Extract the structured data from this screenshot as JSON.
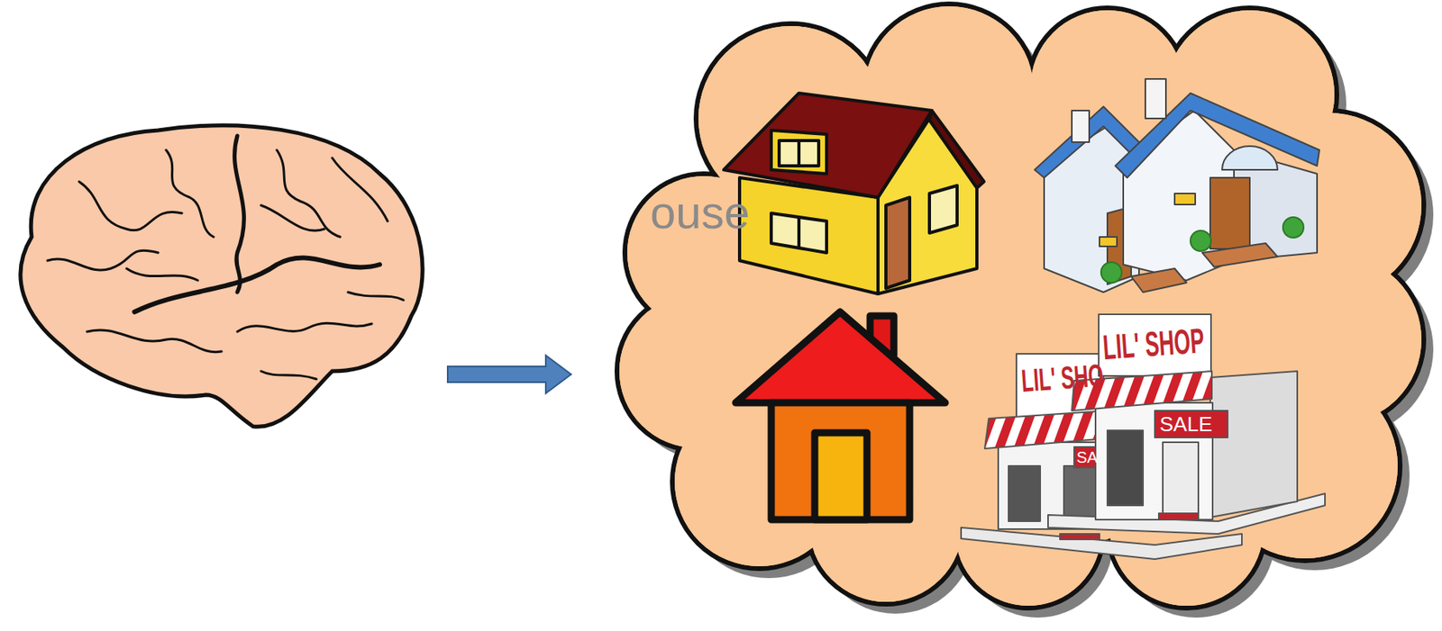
{
  "diagram": {
    "labels": [
      "ouse",
      "LIL' SHO",
      "LIL' SHOP",
      "SA",
      "SALE"
    ]
  }
}
